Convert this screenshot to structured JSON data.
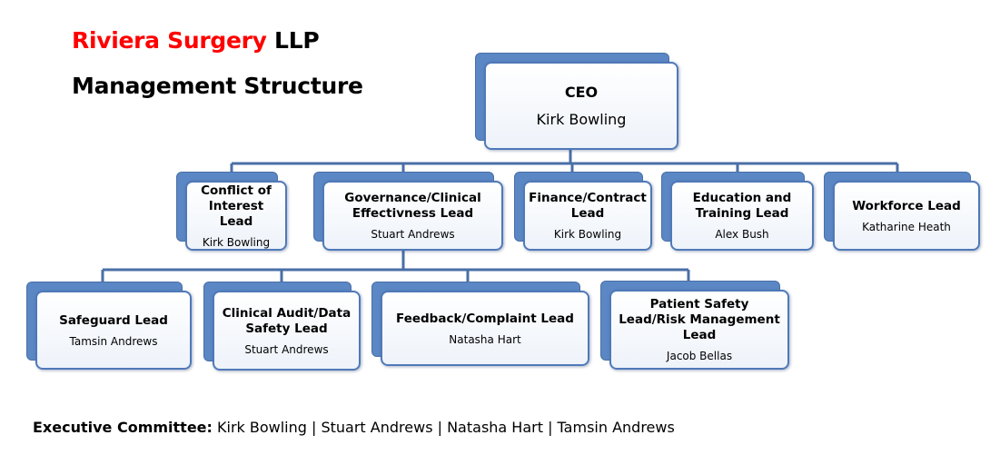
{
  "header": {
    "title_brand": "Riviera Surgery",
    "title_suffix": " LLP",
    "subtitle": "Management Structure"
  },
  "org": {
    "ceo": {
      "role": "CEO",
      "name": "Kirk Bowling"
    },
    "level2": [
      {
        "role": "Conflict of Interest Lead",
        "name": "Kirk Bowling"
      },
      {
        "role": "Governance/Clinical Effectivness Lead",
        "name": "Stuart Andrews"
      },
      {
        "role": "Finance/Contract Lead",
        "name": "Kirk Bowling"
      },
      {
        "role": "Education and Training Lead",
        "name": "Alex Bush"
      },
      {
        "role": "Workforce Lead",
        "name": "Katharine Heath"
      }
    ],
    "level3": [
      {
        "role": "Safeguard Lead",
        "name": "Tamsin Andrews"
      },
      {
        "role": "Clinical Audit/Data Safety Lead",
        "name": "Stuart Andrews"
      },
      {
        "role": "Feedback/Complaint Lead",
        "name": "Natasha  Hart"
      },
      {
        "role": "Patient Safety Lead/Risk Management Lead",
        "name": "Jacob Bellas"
      }
    ]
  },
  "footer": {
    "label": "Executive Committee:",
    "members": " Kirk Bowling | Stuart Andrews | Natasha Hart | Tamsin Andrews"
  },
  "colors": {
    "brand": "#ff0000",
    "connector": "#4a6fa6",
    "box_border": "#4f79b8",
    "box_back": "#5b87c5"
  }
}
